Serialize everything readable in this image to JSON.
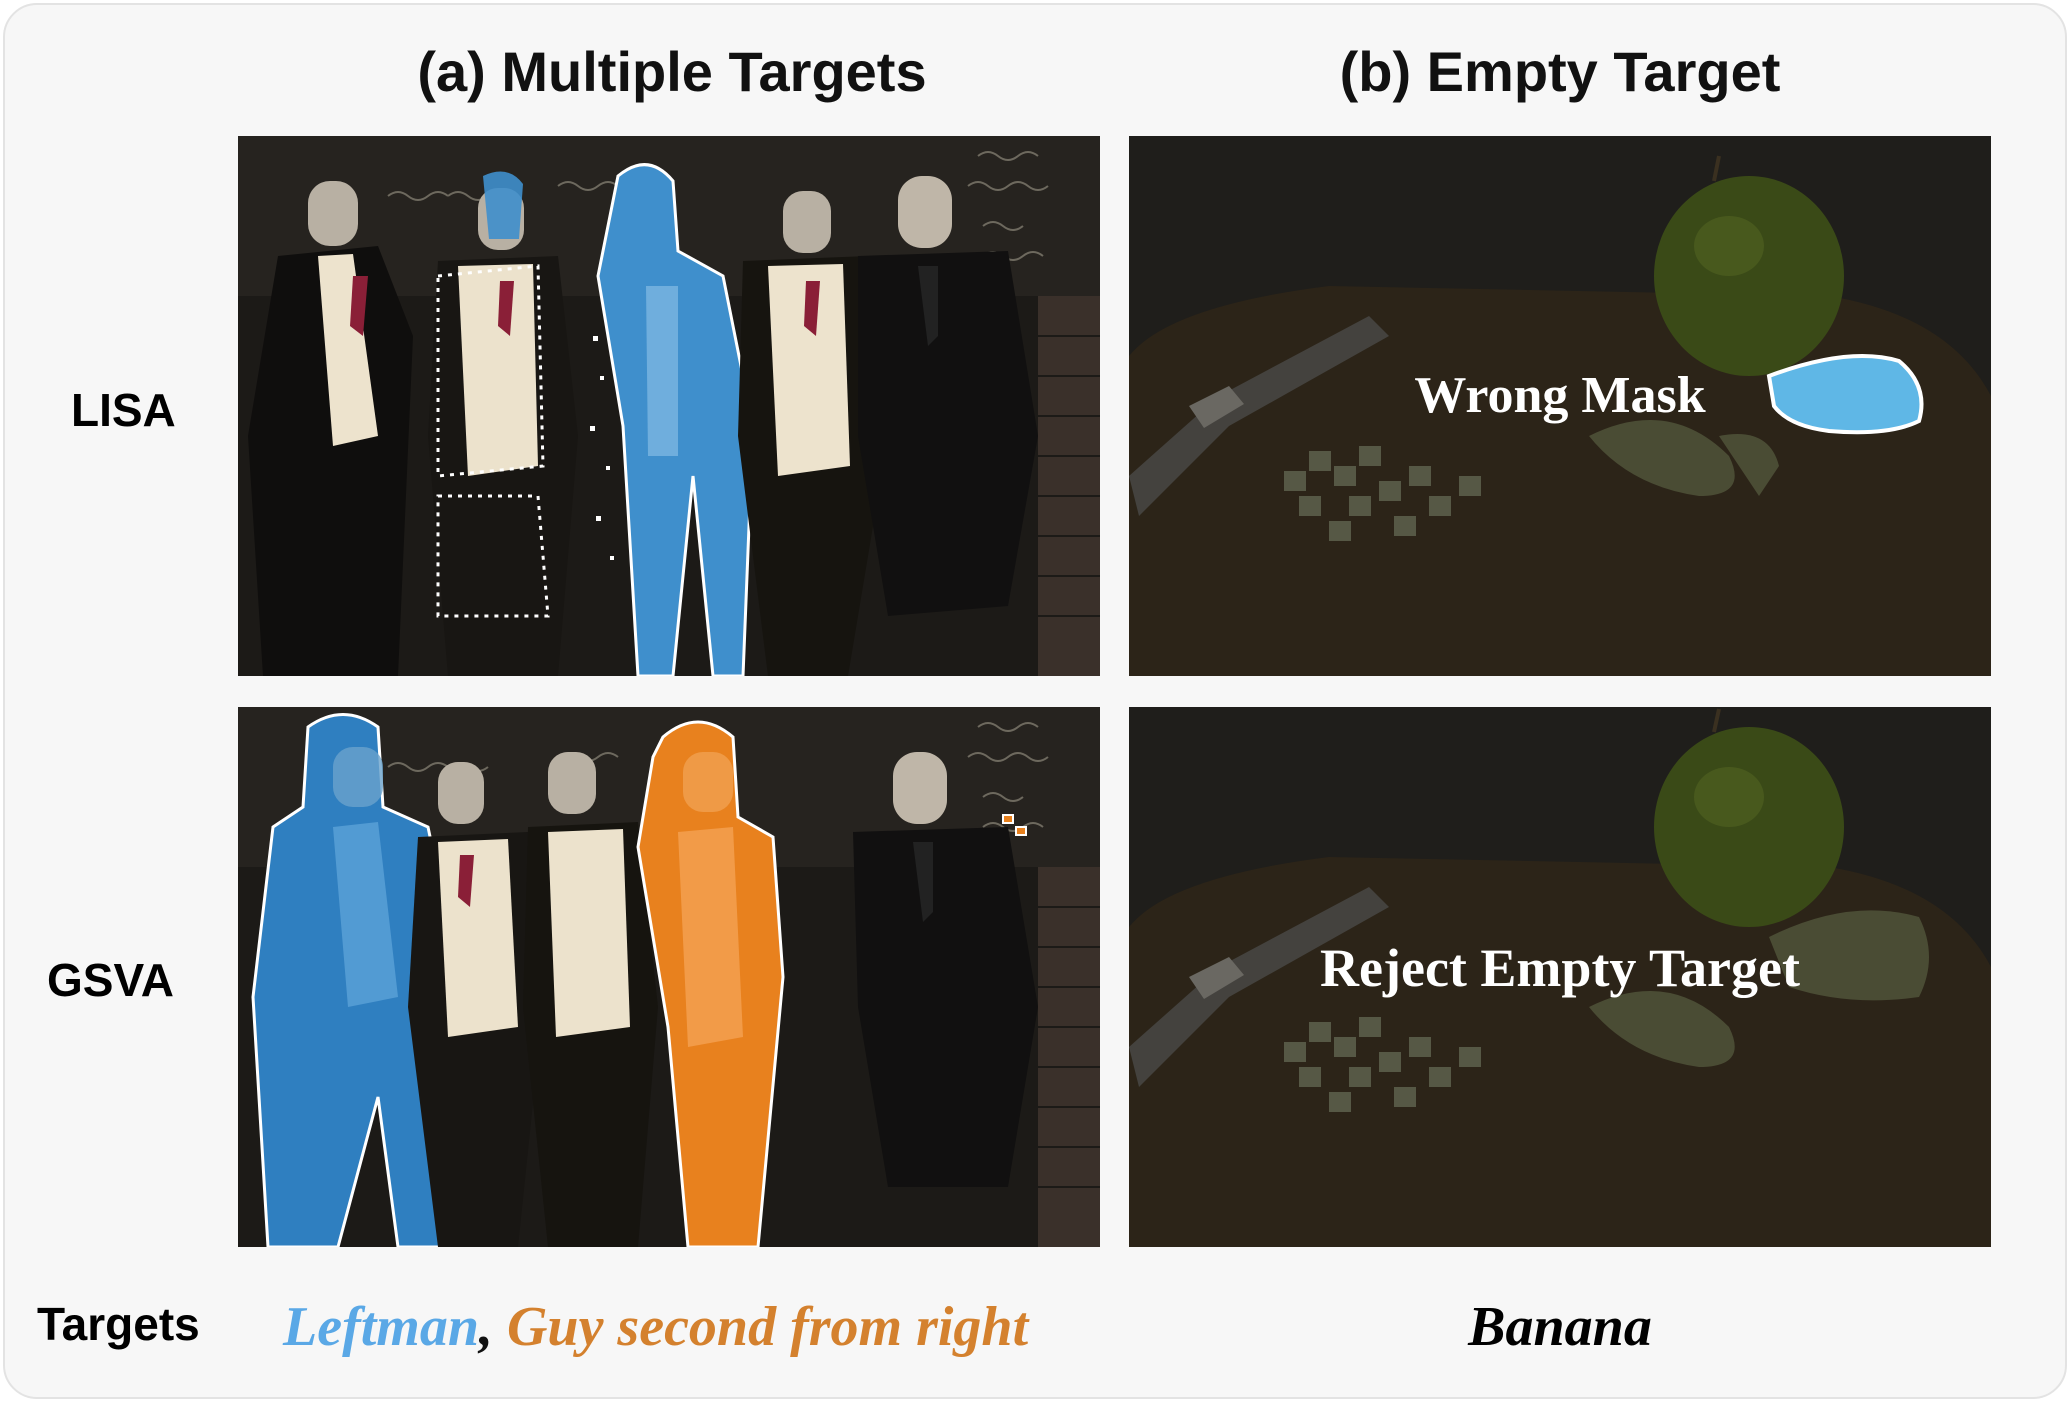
{
  "columns": {
    "a_title": "(a) Multiple Targets",
    "b_title": "(b) Empty Target"
  },
  "rows": {
    "lisa_label": "LISA",
    "gsva_label": "GSVA",
    "targets_label": "Targets"
  },
  "panels": {
    "lisa_empty_overlay": "Wrong Mask",
    "gsva_empty_overlay": "Reject Empty Target"
  },
  "targets": {
    "multiple_target_1": "Leftman",
    "separator": ",",
    "multiple_target_2": "Guy second from right",
    "empty_target": "Banana"
  },
  "colors": {
    "blue_mask": "#3f8fcc",
    "orange_mask": "#ee8a24",
    "target_blue": "#5aa8e6",
    "target_orange": "#d4812e",
    "background_panel": "#f7f7f7",
    "photo_dark": "#1d1b18"
  }
}
